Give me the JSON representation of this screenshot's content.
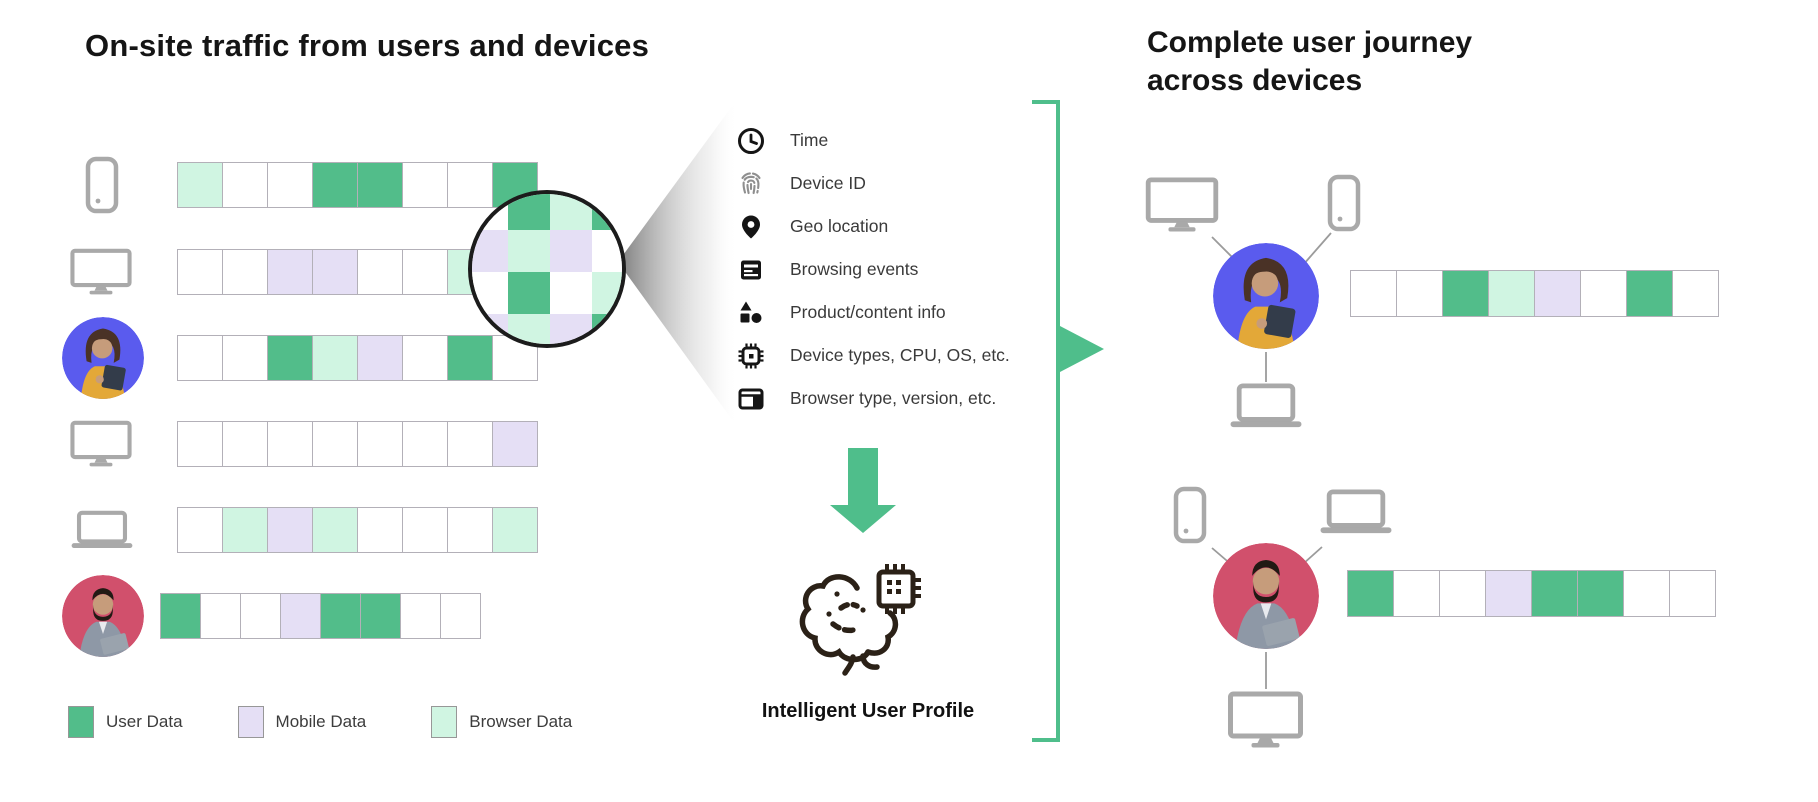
{
  "colors": {
    "green": "#52BD8A",
    "mint": "#D0F5E2",
    "lavender": "#E5DFF5",
    "white": "#FFFFFF",
    "accent_green": "#4FBE8B",
    "device_gray": "#A9A9A9",
    "avatar_blue": "#5A5BEE",
    "avatar_pink": "#D1506C"
  },
  "left_panel": {
    "title": "On-site traffic from users and devices",
    "rows": [
      {
        "device": "phone",
        "cells": [
          "mint",
          "white",
          "white",
          "green",
          "green",
          "white",
          "white",
          "green"
        ]
      },
      {
        "device": "desktop",
        "cells": [
          "white",
          "white",
          "lavender",
          "lavender",
          "white",
          "white",
          "mint",
          "white"
        ]
      },
      {
        "device": "user-woman",
        "cells": [
          "white",
          "white",
          "green",
          "mint",
          "lavender",
          "white",
          "green",
          "white"
        ]
      },
      {
        "device": "desktop",
        "cells": [
          "white",
          "white",
          "white",
          "white",
          "white",
          "white",
          "white",
          "lavender"
        ]
      },
      {
        "device": "laptop",
        "cells": [
          "white",
          "mint",
          "lavender",
          "mint",
          "white",
          "white",
          "white",
          "mint"
        ]
      },
      {
        "device": "user-man",
        "cells": [
          "green",
          "white",
          "white",
          "lavender",
          "green",
          "green",
          "white",
          "white"
        ]
      }
    ],
    "magnifier_grid": [
      [
        "white",
        "green",
        "mint",
        "green"
      ],
      [
        "lavender",
        "mint",
        "lavender",
        "white"
      ],
      [
        "white",
        "green",
        "white",
        "mint"
      ],
      [
        "lavender",
        "mint",
        "lavender",
        "green"
      ]
    ],
    "legend": [
      {
        "color": "green",
        "label": "User Data"
      },
      {
        "color": "lavender",
        "label": "Mobile Data"
      },
      {
        "color": "mint",
        "label": "Browser Data"
      }
    ]
  },
  "attributes": {
    "items": [
      {
        "icon": "clock-icon",
        "label": "Time"
      },
      {
        "icon": "fingerprint-icon",
        "label": "Device ID"
      },
      {
        "icon": "location-pin-icon",
        "label": "Geo location"
      },
      {
        "icon": "browsing-events-icon",
        "label": "Browsing events"
      },
      {
        "icon": "product-content-icon",
        "label": "Product/content info"
      },
      {
        "icon": "cpu-icon",
        "label": "Device types, CPU, OS, etc."
      },
      {
        "icon": "browser-icon",
        "label": "Browser type, version, etc."
      }
    ],
    "profile_label": "Intelligent User Profile"
  },
  "right_panel": {
    "title_line1": "Complete user journey",
    "title_line2": "across devices",
    "clusters": [
      {
        "user": "user-woman",
        "devices": [
          "desktop",
          "phone",
          "laptop"
        ],
        "cells": [
          "white",
          "white",
          "green",
          "mint",
          "lavender",
          "white",
          "green",
          "white"
        ]
      },
      {
        "user": "user-man",
        "devices": [
          "phone",
          "laptop",
          "desktop"
        ],
        "cells": [
          "green",
          "white",
          "white",
          "lavender",
          "green",
          "green",
          "white",
          "white"
        ]
      }
    ]
  }
}
